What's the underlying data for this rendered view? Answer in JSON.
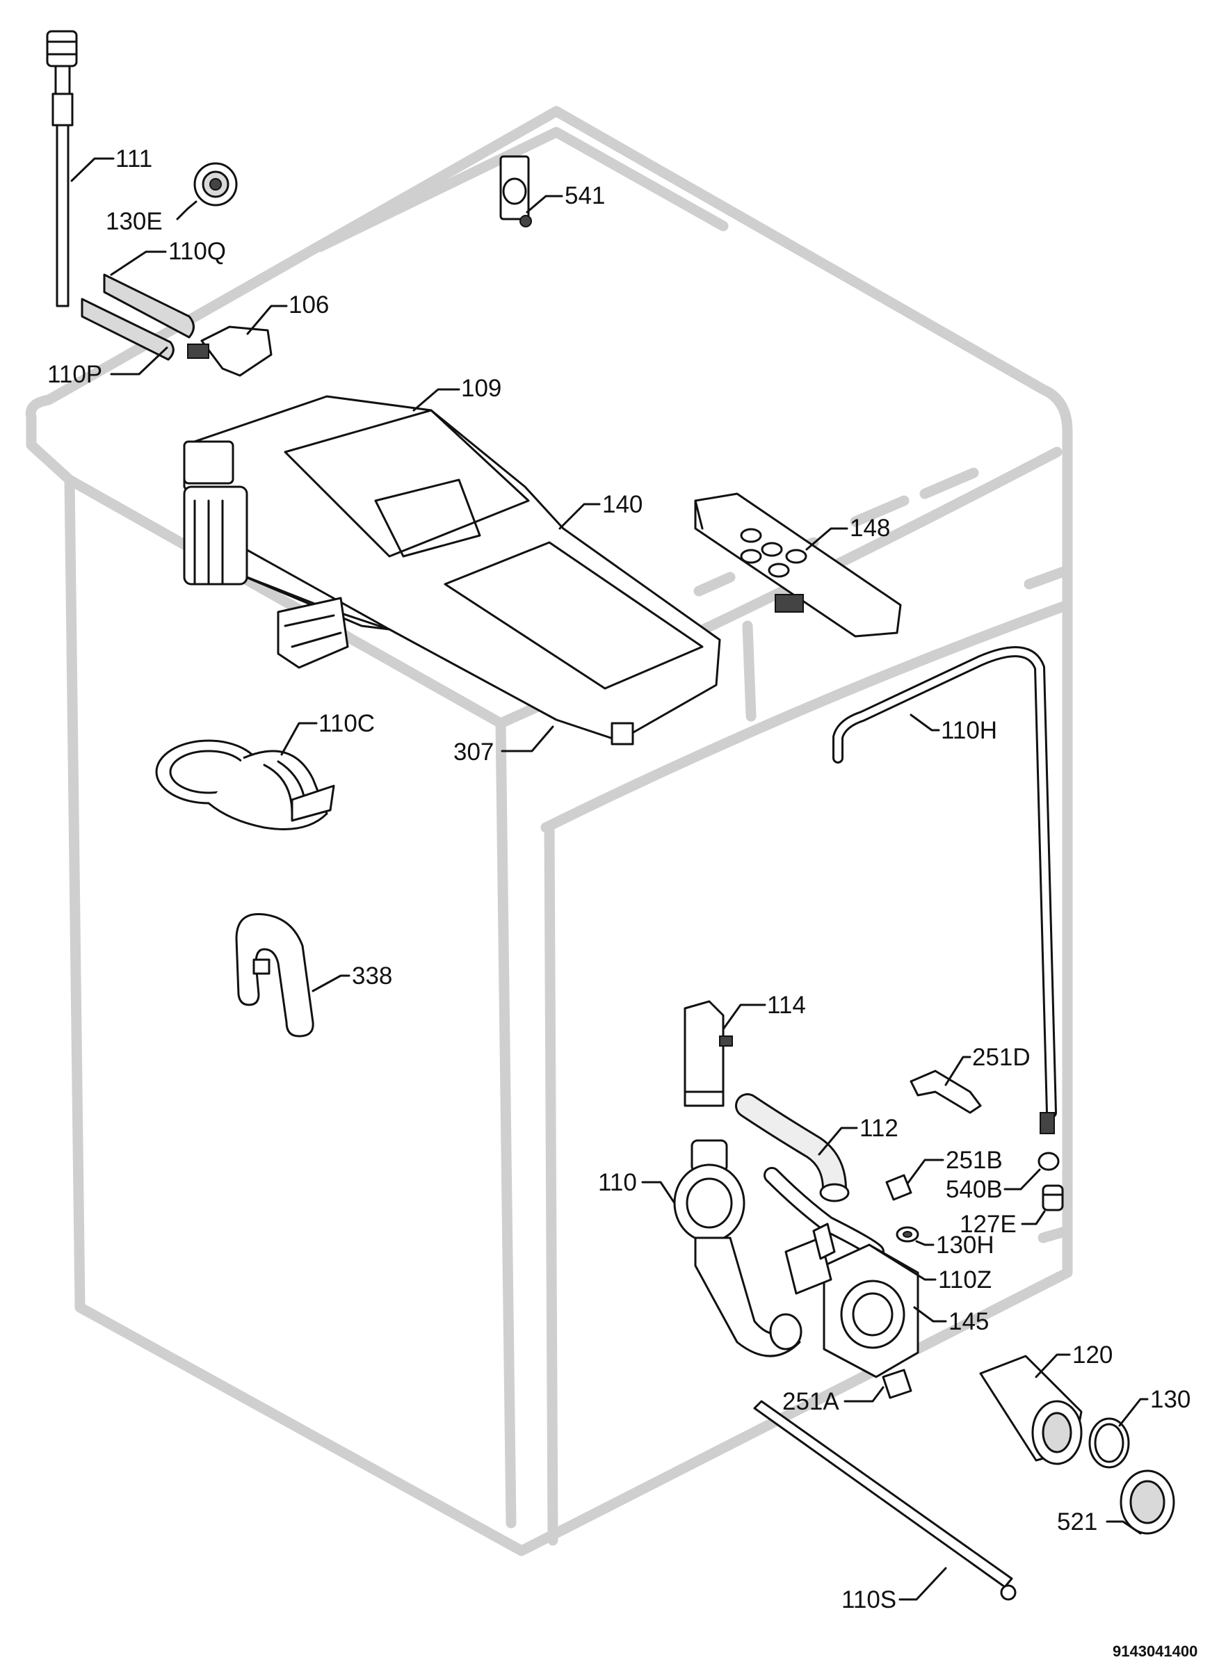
{
  "document_code": "9143041400",
  "parts": [
    {
      "id": "p111",
      "label": "111"
    },
    {
      "id": "p130E",
      "label": "130E"
    },
    {
      "id": "p110Q",
      "label": "110Q"
    },
    {
      "id": "p106",
      "label": "106"
    },
    {
      "id": "p110P",
      "label": "110P"
    },
    {
      "id": "p541",
      "label": "541"
    },
    {
      "id": "p109",
      "label": "109"
    },
    {
      "id": "p140",
      "label": "140"
    },
    {
      "id": "p148",
      "label": "148"
    },
    {
      "id": "p110C",
      "label": "110C"
    },
    {
      "id": "p307",
      "label": "307"
    },
    {
      "id": "p110H",
      "label": "110H"
    },
    {
      "id": "p338",
      "label": "338"
    },
    {
      "id": "p114",
      "label": "114"
    },
    {
      "id": "p251D",
      "label": "251D"
    },
    {
      "id": "p112",
      "label": "112"
    },
    {
      "id": "p251B",
      "label": "251B"
    },
    {
      "id": "p110",
      "label": "110"
    },
    {
      "id": "p540B",
      "label": "540B"
    },
    {
      "id": "p127E",
      "label": "127E"
    },
    {
      "id": "p130H",
      "label": "130H"
    },
    {
      "id": "p110Z",
      "label": "110Z"
    },
    {
      "id": "p145",
      "label": "145"
    },
    {
      "id": "p120",
      "label": "120"
    },
    {
      "id": "p251A",
      "label": "251A"
    },
    {
      "id": "p130",
      "label": "130"
    },
    {
      "id": "p521",
      "label": "521"
    },
    {
      "id": "p110S",
      "label": "110S"
    }
  ]
}
